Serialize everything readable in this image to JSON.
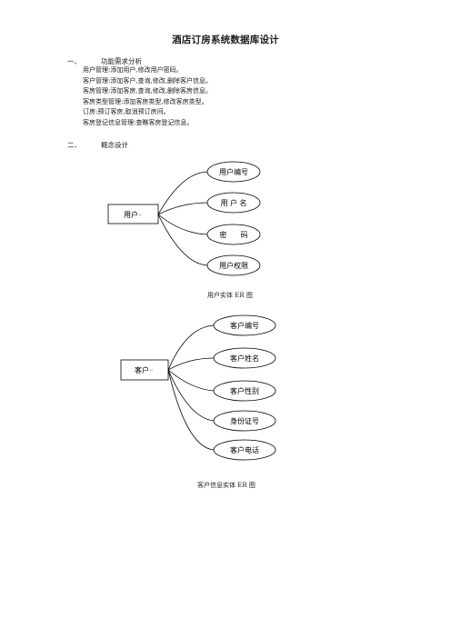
{
  "document": {
    "title": "酒店订房系统数据库设计",
    "section1": {
      "number": "一、",
      "title": "功能需求分析"
    },
    "requirements": [
      "用户管理:添加用户,修改用户密码。",
      "客户管理:添加客户,查询,修改,删除客户信息。",
      "客房管理:添加客房,查询,修改,删除客房信息。",
      "客房类型管理:添加客房类型,修改客房类型。",
      "订房:预订客房,取消预订房间。",
      "客房登记信息管理:查瞧客房登记信息。"
    ],
    "section2": {
      "number": "二、",
      "title": "概念设计"
    }
  },
  "diagrams": [
    {
      "entity": "用户",
      "entity_mark": "↵",
      "attributes": [
        "用户编号",
        "用 户 名",
        "密      码",
        "用户权限"
      ],
      "caption": "用户实体 ER 图"
    },
    {
      "entity": "客户",
      "entity_mark": "↵",
      "attributes": [
        "客户编号",
        "客户姓名",
        "客户性别",
        "身份证号",
        "客户电话"
      ],
      "caption": "客户信息实体 ER 图"
    }
  ]
}
